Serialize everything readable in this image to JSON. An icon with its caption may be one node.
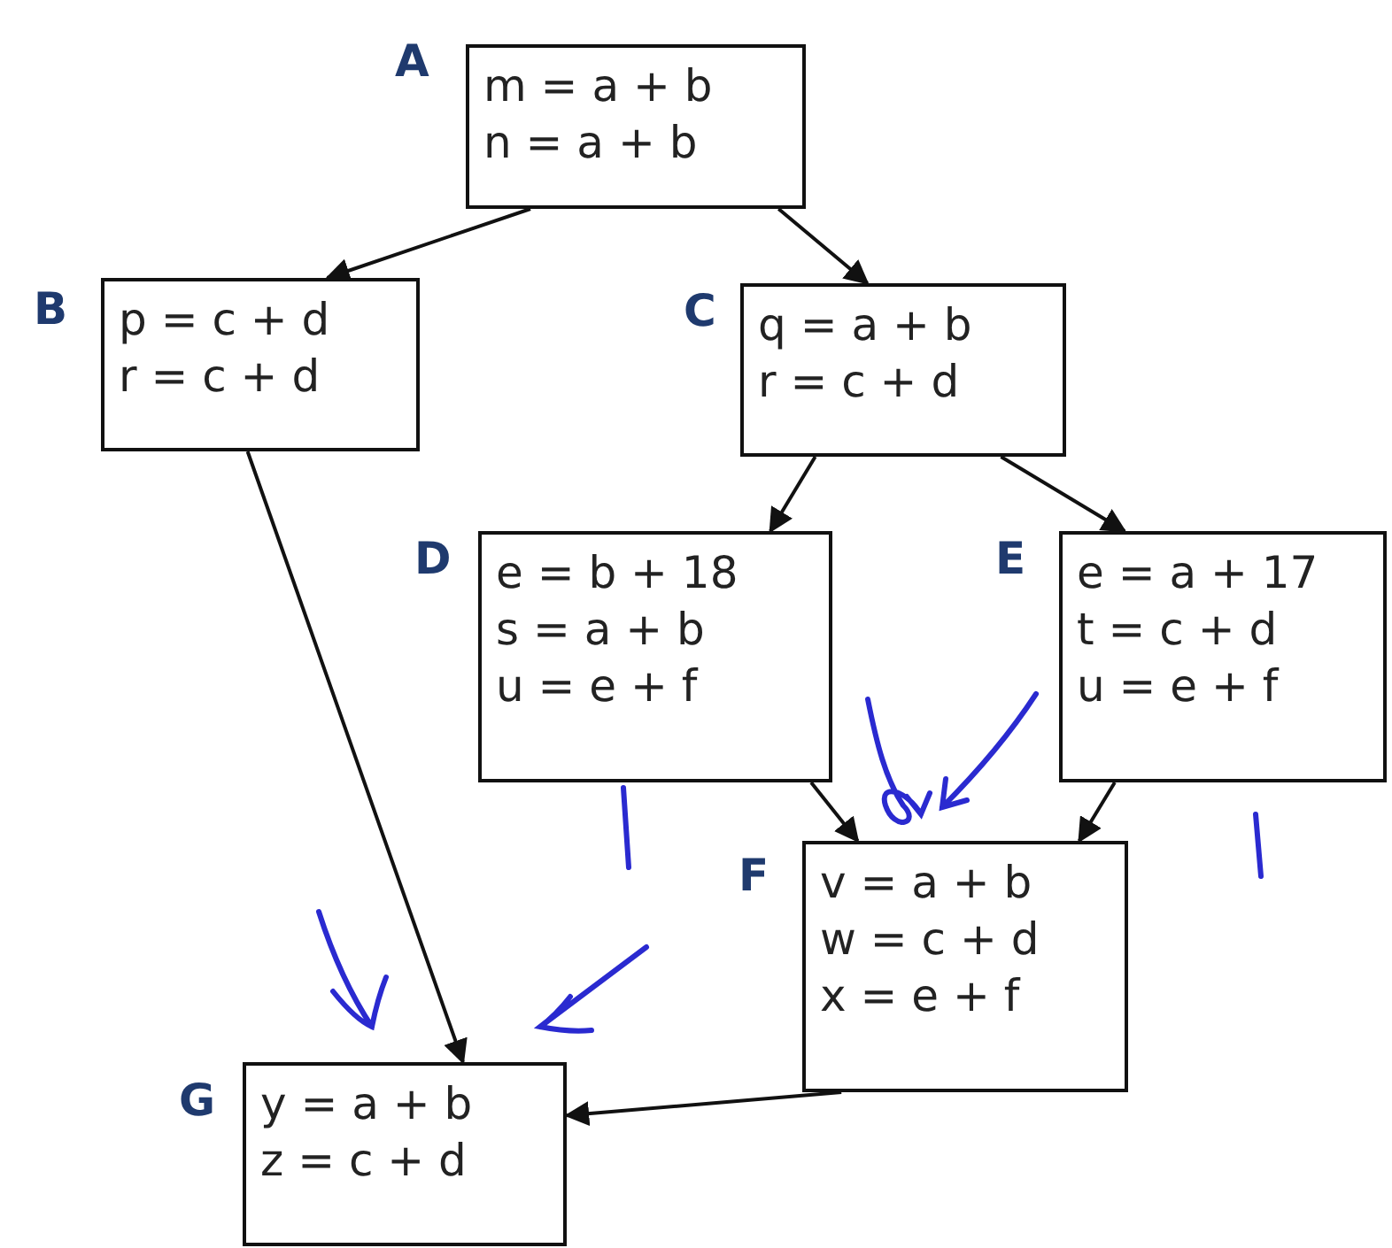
{
  "diagram": {
    "nodes": [
      {
        "text": [
          "A",
          "m = a + b",
          "n = a + b"
        ]
      },
      {
        "text": [
          "B",
          "p = c + d",
          "r = c + d"
        ]
      },
      {
        "text": [
          "C",
          "q = a + b",
          "r = c + d"
        ]
      },
      {
        "text": [
          "D",
          "e = b + 18",
          "s = a + b",
          "u = e + f"
        ]
      },
      {
        "text": [
          "E",
          "e = a + 17",
          "t = c + d",
          "u = e + f"
        ]
      },
      {
        "text": [
          "F",
          "v = a + b",
          "w = c + d",
          "x = e + f"
        ]
      },
      {
        "text": [
          "G",
          "y = a + b",
          "z = c + d"
        ]
      }
    ],
    "edges": [
      {
        "from": 0,
        "to": 1,
        "arrow": "to"
      },
      {
        "from": 0,
        "to": 2,
        "arrow": "to"
      },
      {
        "from": 2,
        "to": 3,
        "arrow": "to"
      },
      {
        "from": 2,
        "to": 4,
        "arrow": "to"
      },
      {
        "from": 3,
        "to": 5,
        "arrow": "to"
      },
      {
        "from": 4,
        "to": 5,
        "arrow": "to"
      },
      {
        "from": 1,
        "to": 6,
        "arrow": "to"
      },
      {
        "from": 5,
        "to": 6,
        "arrow": "to"
      }
    ]
  }
}
